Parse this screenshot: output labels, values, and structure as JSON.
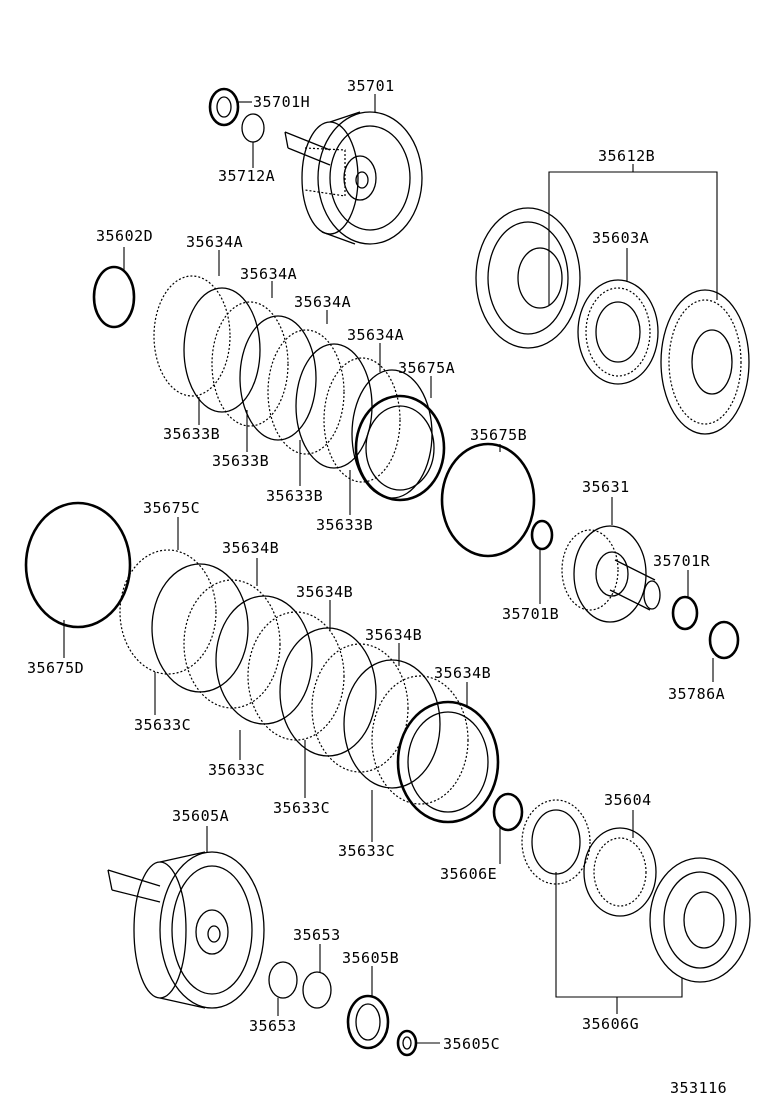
{
  "labels": {
    "p35701H": "35701H",
    "p35701": "35701",
    "p35712A": "35712A",
    "p35612B": "35612B",
    "p35602D": "35602D",
    "p35634A_1": "35634A",
    "p35634A_2": "35634A",
    "p35634A_3": "35634A",
    "p35634A_4": "35634A",
    "p35603A": "35603A",
    "p35675A": "35675A",
    "p35633B_1": "35633B",
    "p35633B_2": "35633B",
    "p35633B_3": "35633B",
    "p35633B_4": "35633B",
    "p35675B": "35675B",
    "p35631": "35631",
    "p35675C": "35675C",
    "p35634B_1": "35634B",
    "p35634B_2": "35634B",
    "p35634B_3": "35634B",
    "p35634B_4": "35634B",
    "p35701R": "35701R",
    "p35701B": "35701B",
    "p35675D": "35675D",
    "p35786A": "35786A",
    "p35633C_1": "35633C",
    "p35633C_2": "35633C",
    "p35633C_3": "35633C",
    "p35633C_4": "35633C",
    "p35604": "35604",
    "p35605A": "35605A",
    "p35606E": "35606E",
    "p35653_1": "35653",
    "p35605B": "35605B",
    "p35653_2": "35653",
    "p35606G": "35606G",
    "p35605C": "35605C",
    "diagram_code": "353116"
  }
}
